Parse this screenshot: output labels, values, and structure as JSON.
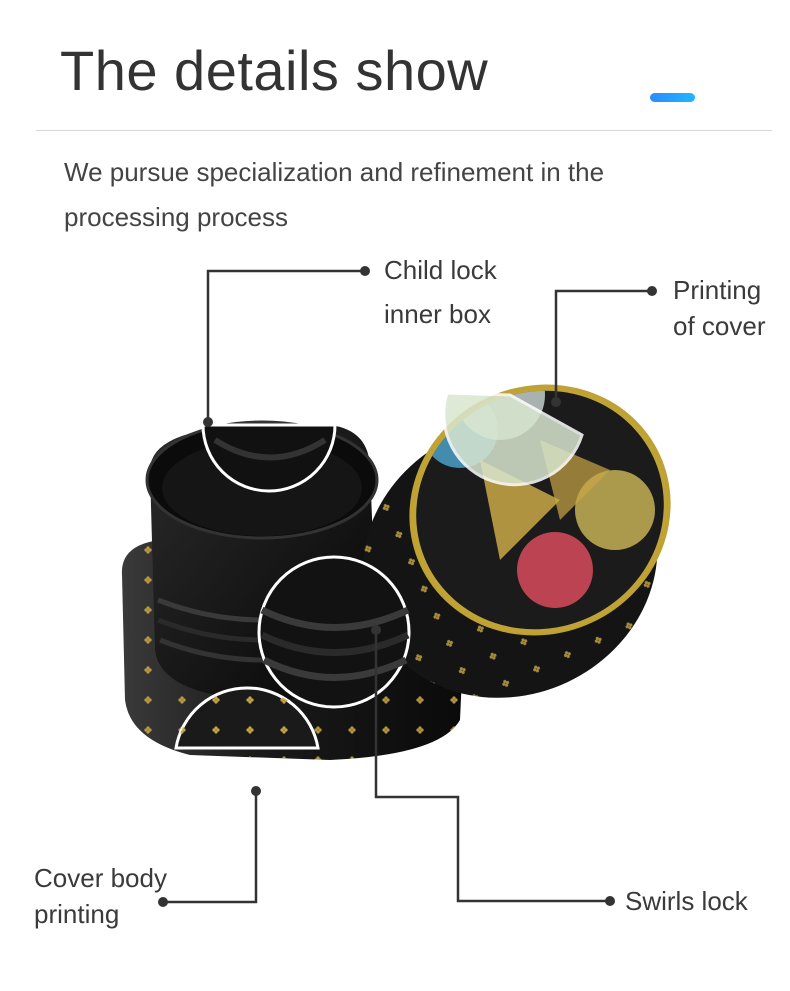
{
  "header": {
    "title": "The details show",
    "accent_color": "#1e9bff"
  },
  "intro": {
    "text_line1": "We pursue specialization and refinement in the",
    "text_line2": "processing process"
  },
  "callouts": {
    "child_lock": {
      "line1": "Child lock",
      "line2": "inner box"
    },
    "printing_cover": {
      "line1": "Printing",
      "line2": "of cover"
    },
    "cover_body": {
      "line1": "Cover body",
      "line2": "printing"
    },
    "swirls_lock": {
      "line1": "Swirls lock"
    }
  }
}
